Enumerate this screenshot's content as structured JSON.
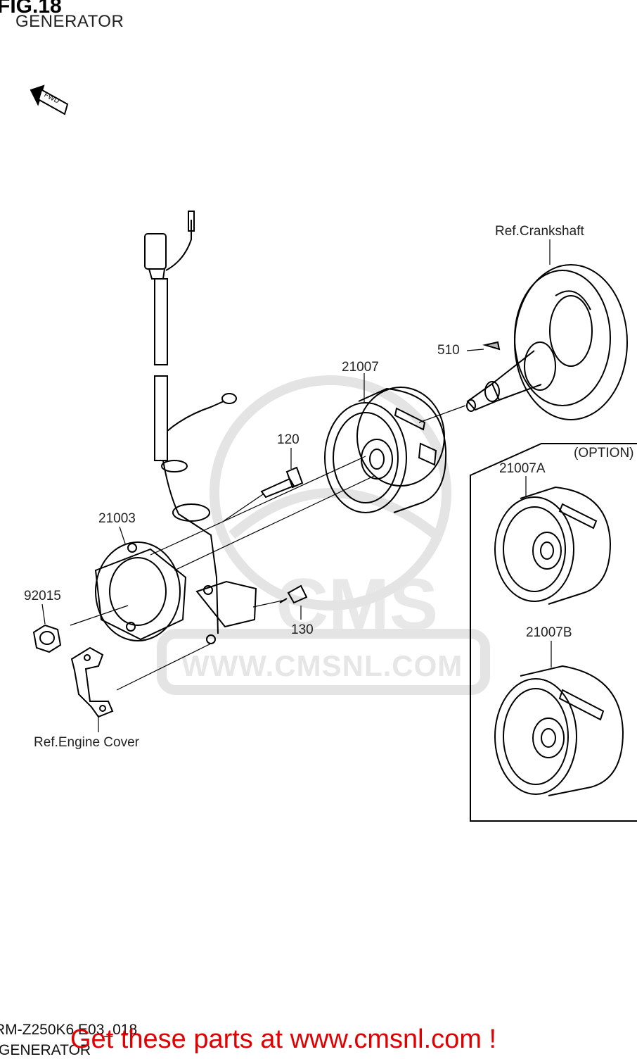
{
  "figure": {
    "title": "FIG.18",
    "subtitle": "GENERATOR"
  },
  "watermark": {
    "brand": "CMS",
    "url": "WWW.CMSNL.COM"
  },
  "fwd_arrow": {
    "label": "FWD"
  },
  "labels": {
    "ref_crankshaft": "Ref.Crankshaft",
    "part_510": "510",
    "part_21007": "21007",
    "part_120": "120",
    "option": "(OPTION)",
    "part_21007a": "21007A",
    "part_21003": "21003",
    "part_92015": "92015",
    "part_130": "130",
    "part_21007b": "21007B",
    "ref_engine_cover": "Ref.Engine Cover"
  },
  "footer": {
    "code": "RM-Z250K6 E03_018",
    "name": "GENERATOR",
    "cta": "Get these parts at www.cmsnl.com !",
    "cta_color": "#e00000"
  }
}
